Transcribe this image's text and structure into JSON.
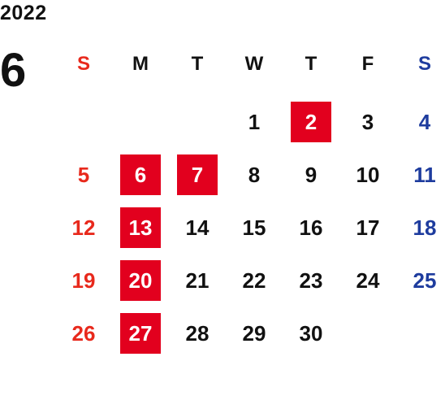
{
  "calendar": {
    "year": "2022",
    "month": "6",
    "weekday_headers": [
      "S",
      "M",
      "T",
      "W",
      "T",
      "F",
      "S"
    ],
    "leading_blank_days": 3,
    "days_in_month": 30,
    "highlighted_days": [
      2,
      6,
      7,
      13,
      20,
      27
    ],
    "colors": {
      "sunday": "#e8291c",
      "saturday": "#1e3c9e",
      "weekday": "#111111",
      "highlight_bg": "#e2001e",
      "highlight_text": "#ffffff"
    }
  }
}
